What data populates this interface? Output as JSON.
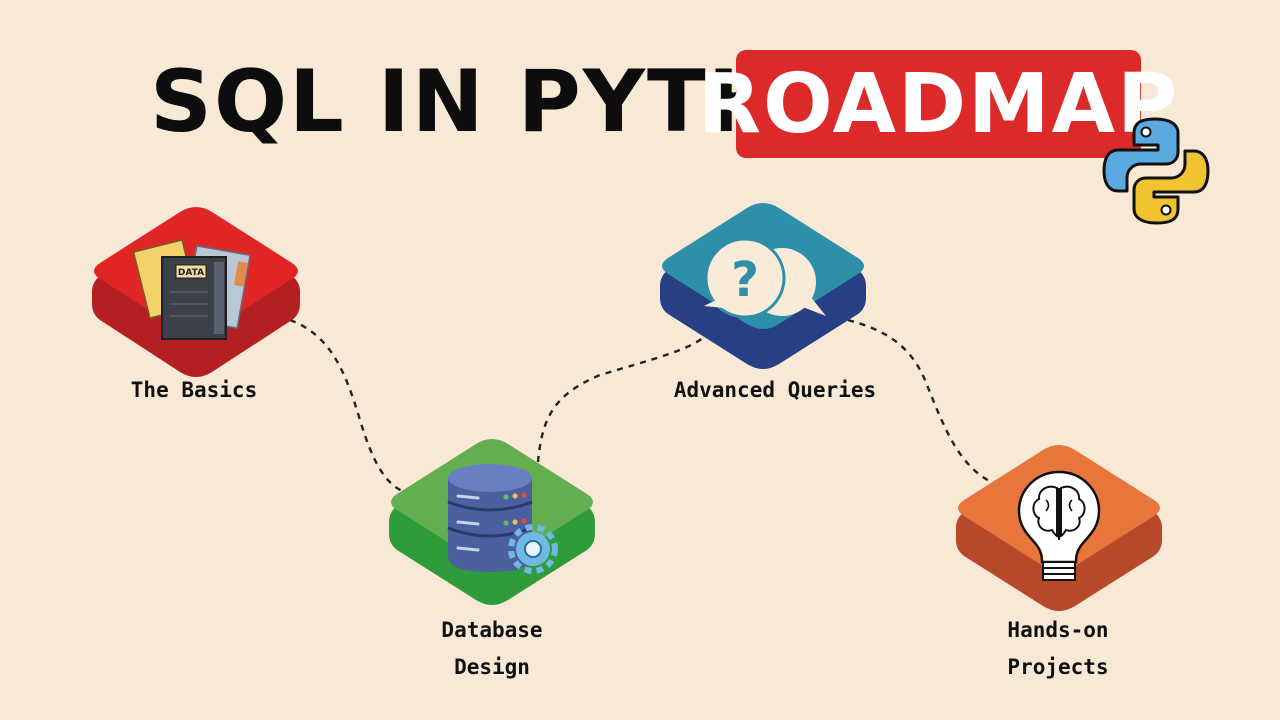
{
  "title": {
    "main": "SQL IN PYTHON",
    "badge": "ROADMAP"
  },
  "logo_icon": "python-logo-icon",
  "nodes": [
    {
      "label": "The Basics",
      "color": "#e02525",
      "shadow": "#b41f22",
      "icon": "data-folders-icon"
    },
    {
      "label": "Database\nDesign",
      "color": "#64ae52",
      "shadow": "#2e9c3a",
      "icon": "database-gear-icon"
    },
    {
      "label": "Advanced Queries",
      "color": "#2e8fa8",
      "shadow": "#273f84",
      "icon": "question-bubbles-icon"
    },
    {
      "label": "Hands-on\nProjects",
      "color": "#e8753c",
      "shadow": "#b7482a",
      "icon": "brain-lightbulb-icon"
    }
  ],
  "inner_texts": {
    "data_tag": "DATA"
  }
}
